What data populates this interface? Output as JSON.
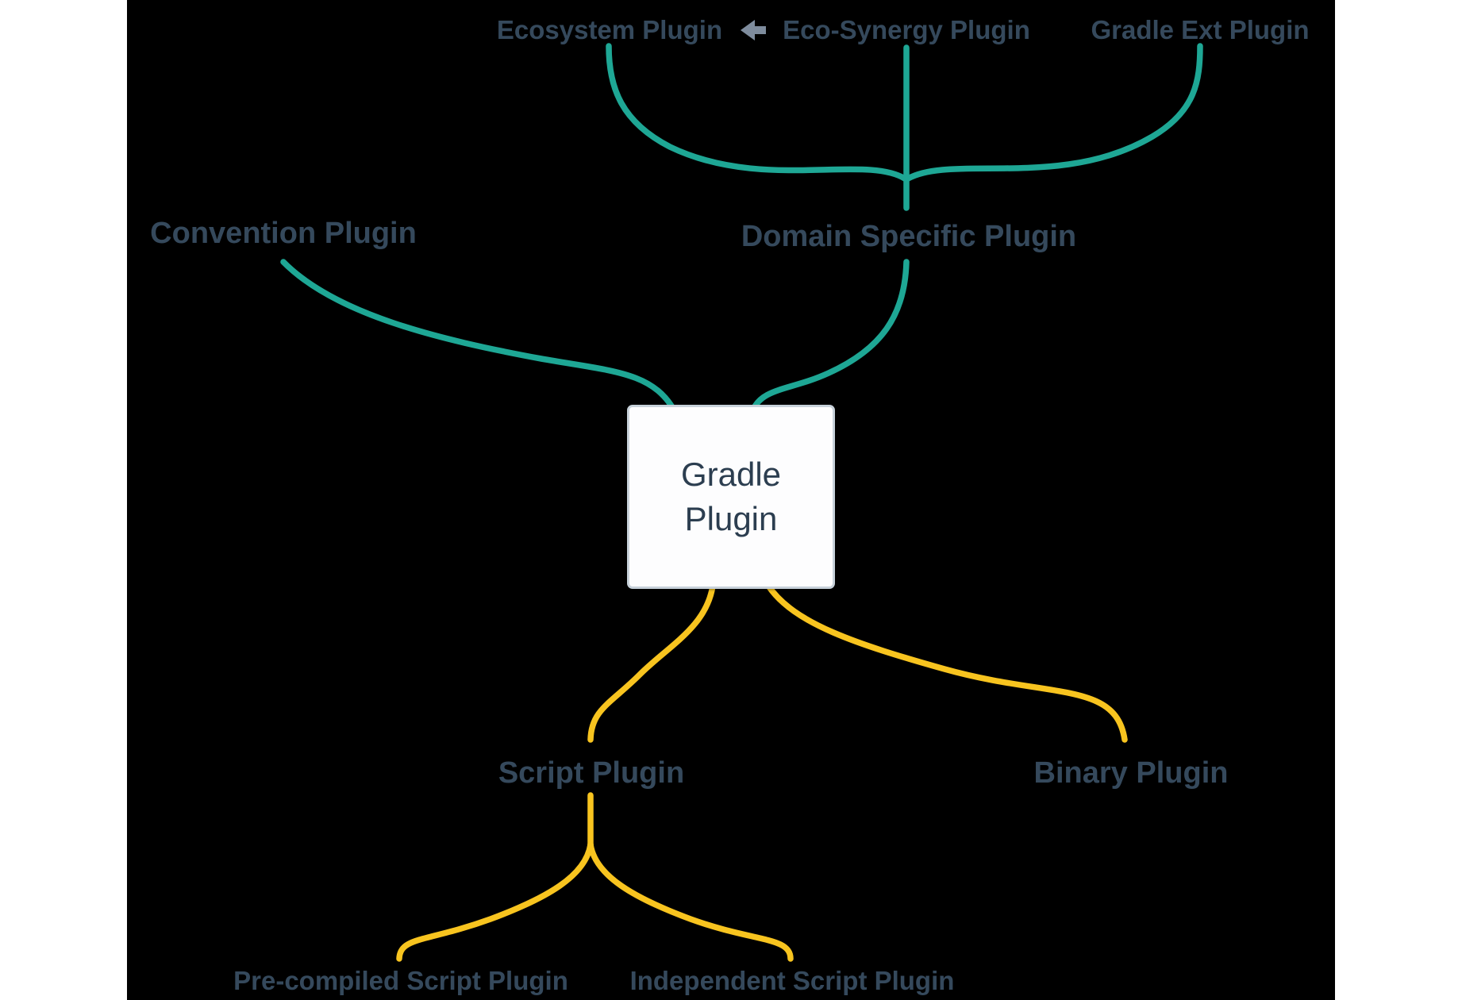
{
  "page": {
    "background": "#ffffff",
    "canvas_background": "#000000"
  },
  "colors": {
    "page_bg": "#ffffff",
    "canvas_bg": "#000000",
    "teal": "#1ea795",
    "yellow": "#f8c41f",
    "label": "#35495c",
    "arrow": "#7e8c9d",
    "box_bg": "#fdfdfe",
    "box_border": "#c7d1da",
    "box_text": "#2c3e50"
  },
  "root_node": {
    "line1": "Gradle",
    "line2": "Plugin"
  },
  "labels": {
    "ecosystem": "Ecosystem Plugin",
    "eco_synergy": "Eco-Synergy Plugin",
    "gradle_ext": "Gradle Ext Plugin",
    "convention": "Convention Plugin",
    "domain_specific": "Domain Specific Plugin",
    "script": "Script Plugin",
    "binary": "Binary Plugin",
    "precompiled": "Pre-compiled Script Plugin",
    "independent": "Independent Script Plugin"
  },
  "icons": {
    "left_arrow": "left-arrow-icon points from Eco-Synergy Plugin to Ecosystem Plugin"
  },
  "edges": [
    {
      "from": "Eco-Synergy Plugin",
      "to": "Domain Specific Plugin",
      "color": "teal"
    },
    {
      "from": "Ecosystem Plugin",
      "to": "Domain Specific Plugin",
      "color": "teal"
    },
    {
      "from": "Gradle Ext Plugin",
      "to": "Domain Specific Plugin",
      "color": "teal"
    },
    {
      "from": "Domain Specific Plugin",
      "to": "Gradle Plugin",
      "color": "teal"
    },
    {
      "from": "Convention Plugin",
      "to": "Gradle Plugin",
      "color": "teal"
    },
    {
      "from": "Gradle Plugin",
      "to": "Script Plugin",
      "color": "yellow"
    },
    {
      "from": "Gradle Plugin",
      "to": "Binary Plugin",
      "color": "yellow"
    },
    {
      "from": "Script Plugin",
      "to": "Pre-compiled Script Plugin",
      "color": "yellow"
    },
    {
      "from": "Script Plugin",
      "to": "Independent Script Plugin",
      "color": "yellow"
    },
    {
      "from": "Eco-Synergy Plugin",
      "to": "Ecosystem Plugin",
      "color": "arrow"
    }
  ]
}
